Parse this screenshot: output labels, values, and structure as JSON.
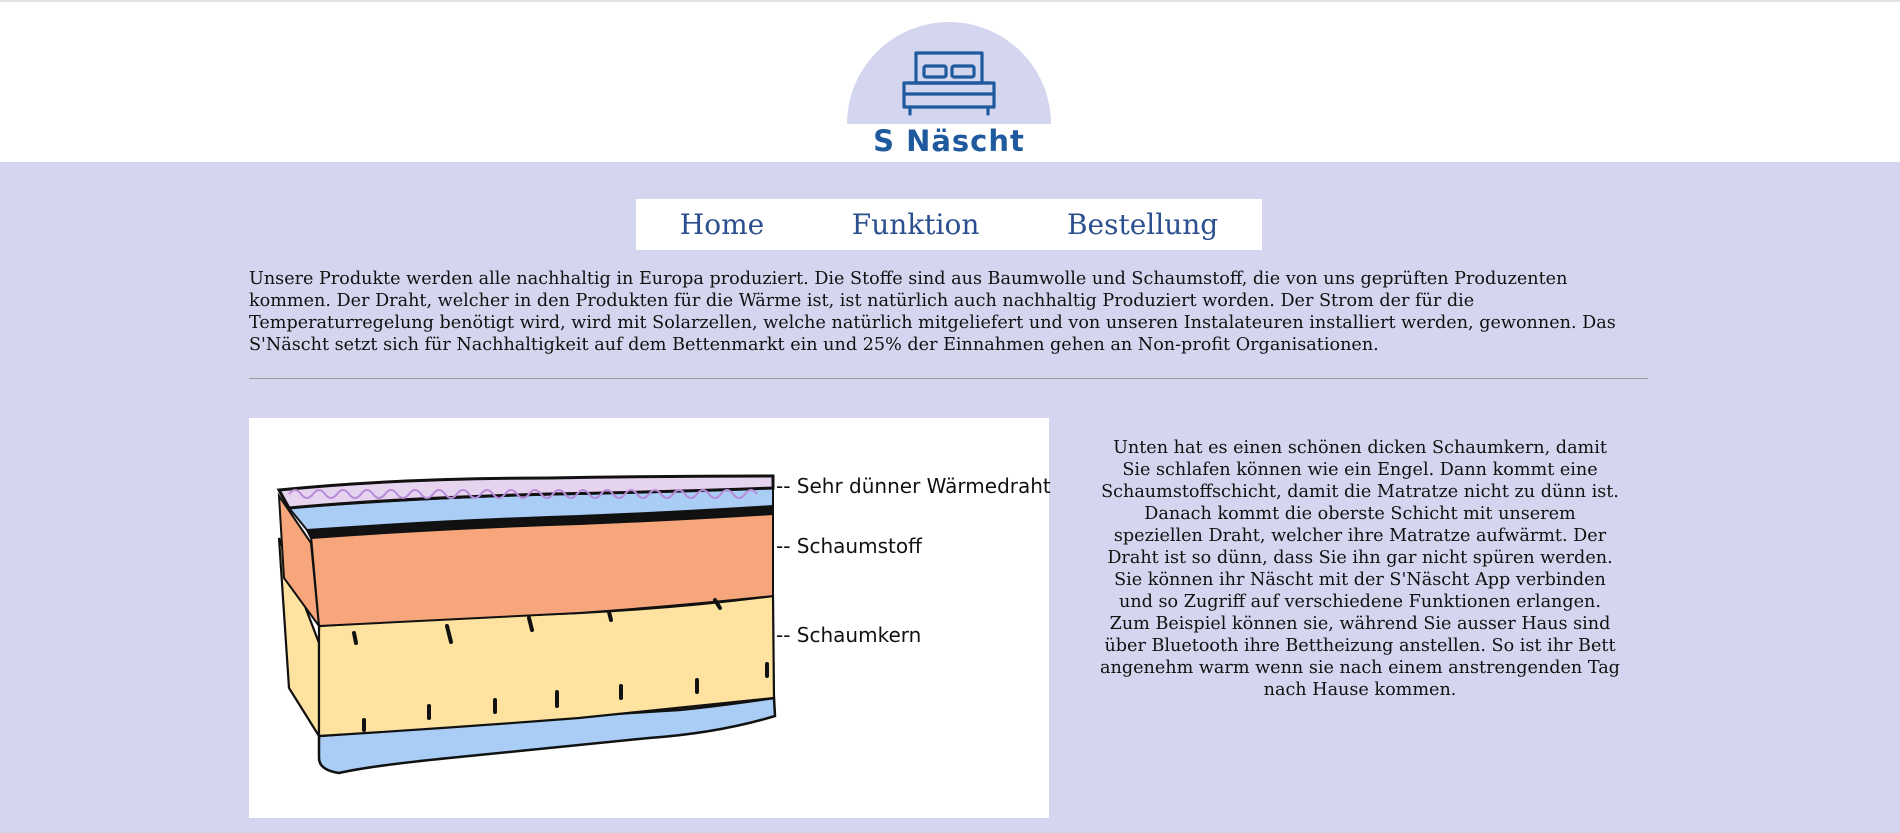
{
  "brand": {
    "name": "S Näscht"
  },
  "nav": {
    "items": [
      {
        "label": "Home"
      },
      {
        "label": "Funktion"
      },
      {
        "label": "Bestellung"
      }
    ]
  },
  "intro": {
    "text": "Unsere Produkte werden alle nachhaltig in Europa produziert. Die Stoffe sind aus Baumwolle und Schaumstoff, die von uns geprüften Produzenten kommen. Der Draht, welcher in den Produkten für die Wärme ist, ist natürlich auch nachhaltig Produziert worden. Der Strom der für die Temperaturregelung benötigt wird, wird mit Solarzellen, welche natürlich mitgeliefert und von unseren Instalateuren installiert werden, gewonnen. Das S'Näscht setzt sich für Nachhaltigkeit auf dem Bettenmarkt ein und 25% der Einnahmen gehen an Non-profit Organisationen."
  },
  "figure": {
    "labels": [
      "-- Sehr dünner Wärmedraht",
      "-- Schaumstoff",
      "-- Schaumkern"
    ]
  },
  "description": {
    "text": "Unten hat es einen schönen dicken Schaumkern, damit Sie schlafen können wie ein Engel. Dann kommt eine Schaumstoffschicht, damit die Matratze nicht zu dünn ist. Danach kommt die oberste Schicht mit unserem speziellen Draht, welcher ihre Matratze aufwärmt. Der Draht ist so dünn, dass Sie ihn gar nicht spüren werden. Sie können ihr Näscht mit der S'Näscht App verbinden und so Zugriff auf verschiedene Funktionen erlangen. Zum Beispiel können sie, während Sie ausser Haus sind über Bluetooth ihre Bettheizung anstellen. So ist ihr Bett angenehm warm wenn sie nach einem anstrengenden Tag nach Hause kommen."
  },
  "colors": {
    "page_background": "#d3d6ee",
    "nav_text": "#2b4f8f",
    "brand_blue": "#1f5a9e"
  }
}
